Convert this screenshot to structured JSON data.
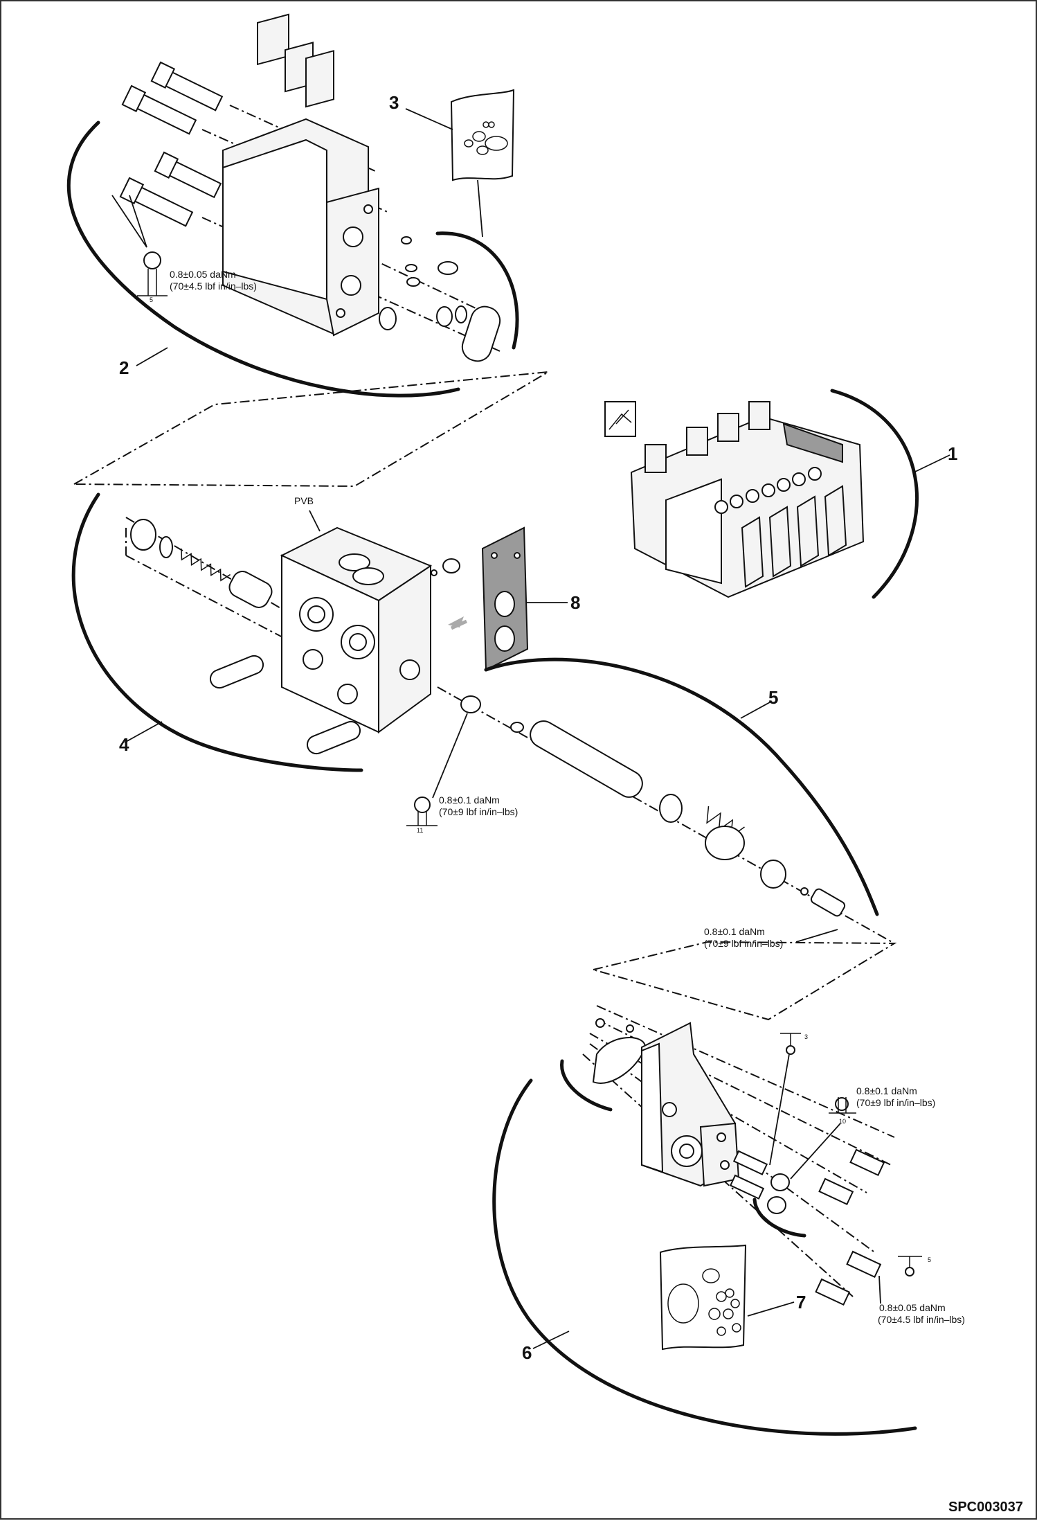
{
  "drawing": {
    "reference": "SPC003037",
    "section_label": "PVB"
  },
  "callouts": [
    "1",
    "2",
    "3",
    "4",
    "5",
    "6",
    "7",
    "8"
  ],
  "torques": {
    "t1": {
      "line1": "0.8±0.05 daNm",
      "line2": "(70±4.5 lbf in/in–lbs)",
      "size": "5"
    },
    "t2": {
      "line1": "0.8±0.1 daNm",
      "line2": "(70±9 lbf in/in–lbs)",
      "size": "11"
    },
    "t3": {
      "line1": "0.8±0.1 daNm",
      "line2": "(70±9 lbf in/in–lbs)"
    },
    "t4": {
      "line1": "0.8±0.1 daNm",
      "line2": "(70±9 lbf in/in–lbs)",
      "size": "10"
    },
    "t5": {
      "line1": "0.8±0.05 daNm",
      "line2": "(70±4.5 lbf in/in–lbs)",
      "size": "5"
    },
    "t6": {
      "size": "3"
    }
  }
}
